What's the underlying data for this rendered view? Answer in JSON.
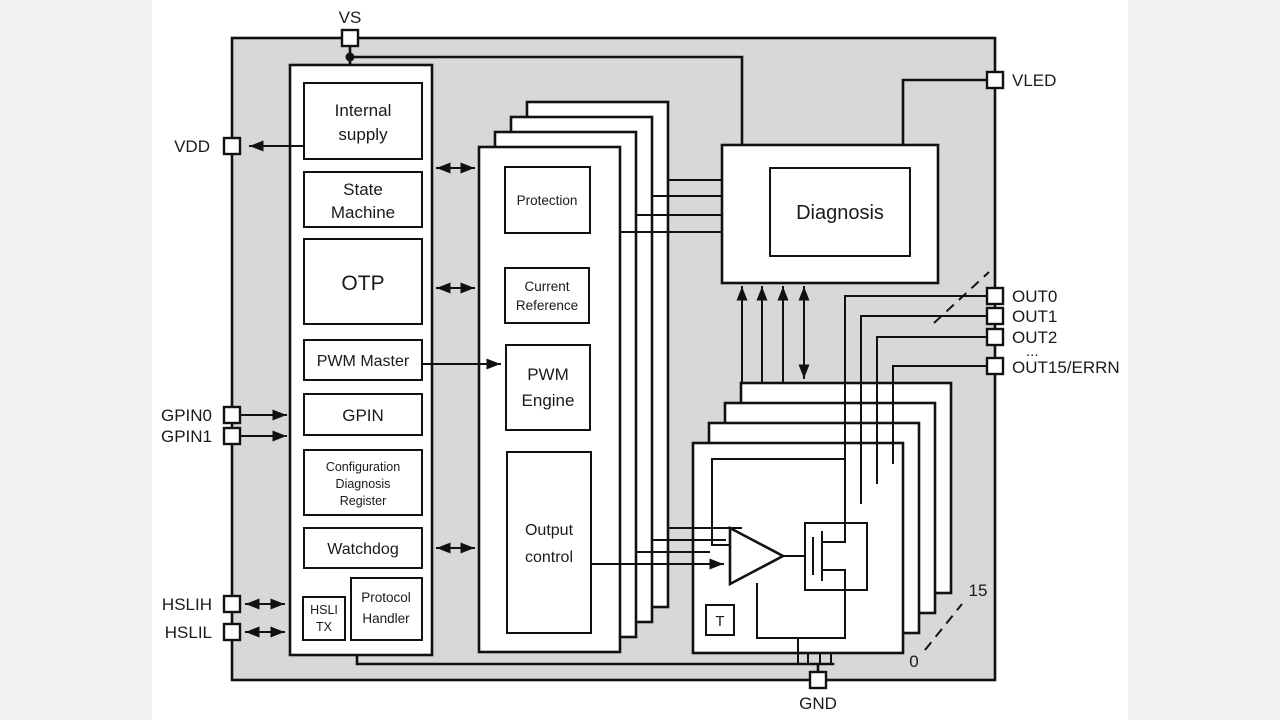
{
  "pins": {
    "vs": "VS",
    "vdd": "VDD",
    "gpin0": "GPIN0",
    "gpin1": "GPIN1",
    "hslih": "HSLIH",
    "hslil": "HSLIL",
    "vled": "VLED",
    "out0": "OUT0",
    "out1": "OUT1",
    "out2": "OUT2",
    "out_ellipsis": "...",
    "out15": "OUT15/ERRN",
    "gnd": "GND"
  },
  "blocks": {
    "internal_supply": {
      "line1": "Internal",
      "line2": "supply"
    },
    "state_machine": {
      "line1": "State",
      "line2": "Machine"
    },
    "otp": {
      "label": "OTP"
    },
    "pwm_master": {
      "label": "PWM Master"
    },
    "gpin": {
      "label": "GPIN"
    },
    "config_register": {
      "line1": "Configuration",
      "line2": "Diagnosis",
      "line3": "Register"
    },
    "watchdog": {
      "label": "Watchdog"
    },
    "hsli_tx": {
      "line1": "HSLI",
      "line2": "TX"
    },
    "protocol_handler": {
      "line1": "Protocol",
      "line2": "Handler"
    },
    "protection": {
      "label": "Protection"
    },
    "current_reference": {
      "line1": "Current",
      "line2": "Reference"
    },
    "pwm_engine": {
      "line1": "PWM",
      "line2": "Engine"
    },
    "output_control": {
      "line1": "Output",
      "line2": "control"
    },
    "diagnosis": {
      "label": "Diagnosis"
    },
    "temperature_sensor": {
      "label": "T"
    }
  },
  "stack_annotations": {
    "top_index": "15",
    "bottom_index": "0"
  },
  "colors": {
    "chip_fill": "#d8d8d8",
    "block_fill": "#ffffff",
    "line": "#111111",
    "page_margin": "#f2f2f2"
  }
}
